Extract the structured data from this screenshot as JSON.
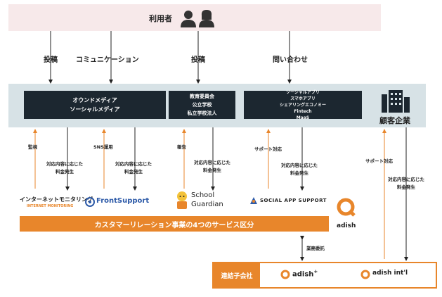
{
  "users": {
    "label": "利用者"
  },
  "top_arrows": [
    "投稿",
    "コミュニケーション",
    "投稿",
    "問い合わせ"
  ],
  "clients": {
    "box1": [
      "オウンドメディア",
      "ソーシャルメディア"
    ],
    "box2": [
      "教育委員会",
      "公立学校",
      "私立学校法人"
    ],
    "box3": [
      "ソーシャルアプリ",
      "スマホアプリ",
      "シェアリングエコノミー",
      "Fintech",
      "MaaS"
    ],
    "company": "顧客企業"
  },
  "mid_labels": {
    "monitoring": "監視",
    "sns": "SNS運用",
    "report": "報告",
    "support1": "サポート対応",
    "support2": "サポート対応",
    "fee": "対応内容に応じた料金発生"
  },
  "fee_lines": [
    "対応内容に応じた",
    "料金発生"
  ],
  "brands": {
    "inm_main": "インターネットモニタリング",
    "inm_sub": "INTERNET MONITORING",
    "frontsupport": "FrontSupport",
    "school": "School",
    "guardian": "Guardian",
    "social_app": "SOCIAL APP SUPPORT",
    "adish": "adish"
  },
  "bar": {
    "label": "カスタマーリレーション事業の4つのサービス区分"
  },
  "outsourcing": "業務委託",
  "subsidiary": {
    "label": "連結子会社",
    "brand1": "adish",
    "brand1_sup": "+",
    "brand2": "adish int'l"
  },
  "colors": {
    "orange": "#e8862b",
    "dark": "#1c2730",
    "pink": "#f7e9ea",
    "teal": "#d7e2e6"
  }
}
